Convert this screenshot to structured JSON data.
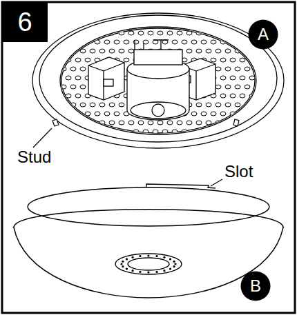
{
  "diagram": {
    "nodes": [
      {
        "text": [
          "6"
        ]
      },
      {
        "text": [
          "A"
        ]
      },
      {
        "text": [
          "B"
        ]
      }
    ],
    "labels": [
      "Stud",
      "Slot"
    ]
  }
}
